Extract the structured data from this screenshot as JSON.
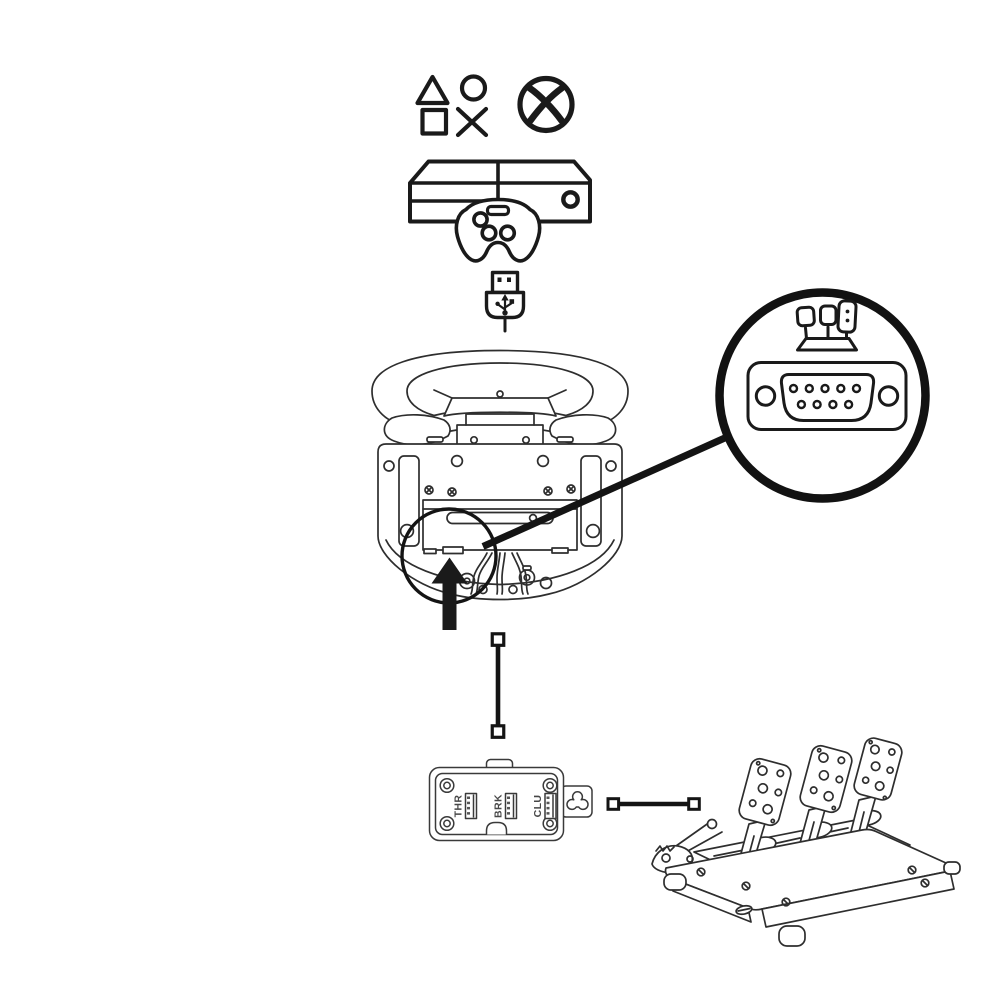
{
  "page": {
    "background_color": "#ffffff",
    "ink_color": "#1a1a1a",
    "art_color": "#2e2e2e",
    "label_color": "#474747"
  },
  "diagram": {
    "kind": "racing-wheel-and-pedals-connection-diagram",
    "compatibility": {
      "playstation_shapes": [
        "triangle",
        "circle",
        "square",
        "cross"
      ],
      "xbox_logo": "xbox"
    },
    "console_icon": "game-console",
    "gamepad_icon": "gamepad",
    "usb_icon": "usb-plug",
    "wheel_base_icon": "wheel-base-underside",
    "highlight": "pedal-connector-port",
    "magnifier": {
      "pedals_icon": "pedal-set-mini",
      "connector_icon": "db9-female-connector",
      "pin_count": 9
    },
    "junction_box": {
      "labels": [
        {
          "id": "throttle",
          "text": "THR"
        },
        {
          "id": "brake",
          "text": "BRK"
        },
        {
          "id": "clutch",
          "text": "CLU"
        }
      ]
    },
    "pedal_set_icon": "three-pedal-set"
  }
}
